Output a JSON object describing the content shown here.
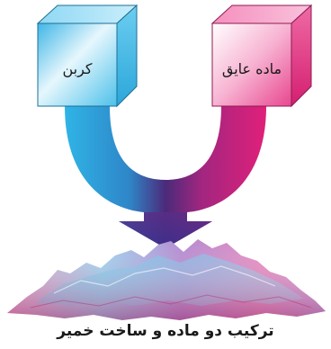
{
  "diagram": {
    "left_cube_label": "کربن",
    "right_cube_label": "ماده عایق",
    "caption": "ترکیب دو ماده و ساخت خمیر"
  },
  "colors": {
    "carbon_cube": "#5ec4ea",
    "insulator_cube": "#e63c8c",
    "arrow_left": "#2fb4e6",
    "arrow_mid": "#4b2a7a",
    "arrow_right": "#e0207a"
  }
}
